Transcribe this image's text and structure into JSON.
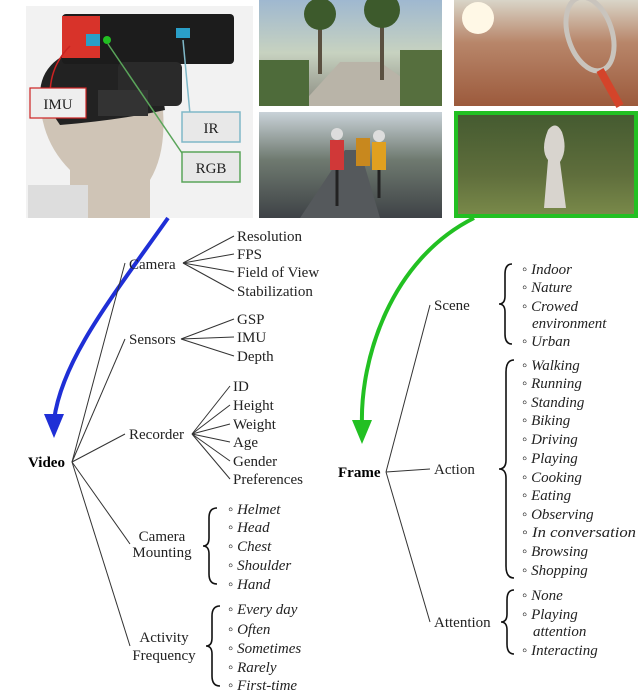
{
  "callouts": {
    "imu": "IMU",
    "ir": "IR",
    "rgb": "RGB"
  },
  "colors": {
    "video_arrow": "#1f2fd6",
    "frame_arrow": "#22c022",
    "ir_box": "#7fb8c8",
    "rgb_box": "#5aa55a",
    "imu_box": "#cc2222"
  },
  "video": {
    "root": "Video",
    "camera": {
      "label": "Camera",
      "items": [
        "Resolution",
        "FPS",
        "Field of View",
        "Stabilization"
      ]
    },
    "sensors": {
      "label": "Sensors",
      "items": [
        "GSP",
        "IMU",
        "Depth"
      ]
    },
    "recorder": {
      "label": "Recorder",
      "items": [
        "ID",
        "Height",
        "Weight",
        "Age",
        "Gender",
        "Preferences"
      ]
    },
    "mounting": {
      "label_1": "Camera",
      "label_2": "Mounting",
      "items": [
        "Helmet",
        "Head",
        "Chest",
        "Shoulder",
        "Hand"
      ]
    },
    "frequency": {
      "label_1": "Activity",
      "label_2": "Frequency",
      "items": [
        "Every day",
        "Often",
        "Sometimes",
        "Rarely",
        "First-time"
      ]
    }
  },
  "frame": {
    "root": "Frame",
    "scene": {
      "label": "Scene",
      "items": [
        "Indoor",
        "Nature",
        "Crowed",
        "environment",
        "Urban"
      ]
    },
    "action": {
      "label": "Action",
      "items": [
        "Walking",
        "Running",
        "Standing",
        "Biking",
        "Driving",
        "Playing",
        "Cooking",
        "Eating",
        "Observing",
        "In conversation",
        "Browsing",
        "Shopping"
      ]
    },
    "attention": {
      "label": "Attention",
      "items": [
        "None",
        "Playing",
        "attention",
        "Interacting"
      ]
    }
  },
  "bullet": "◦"
}
